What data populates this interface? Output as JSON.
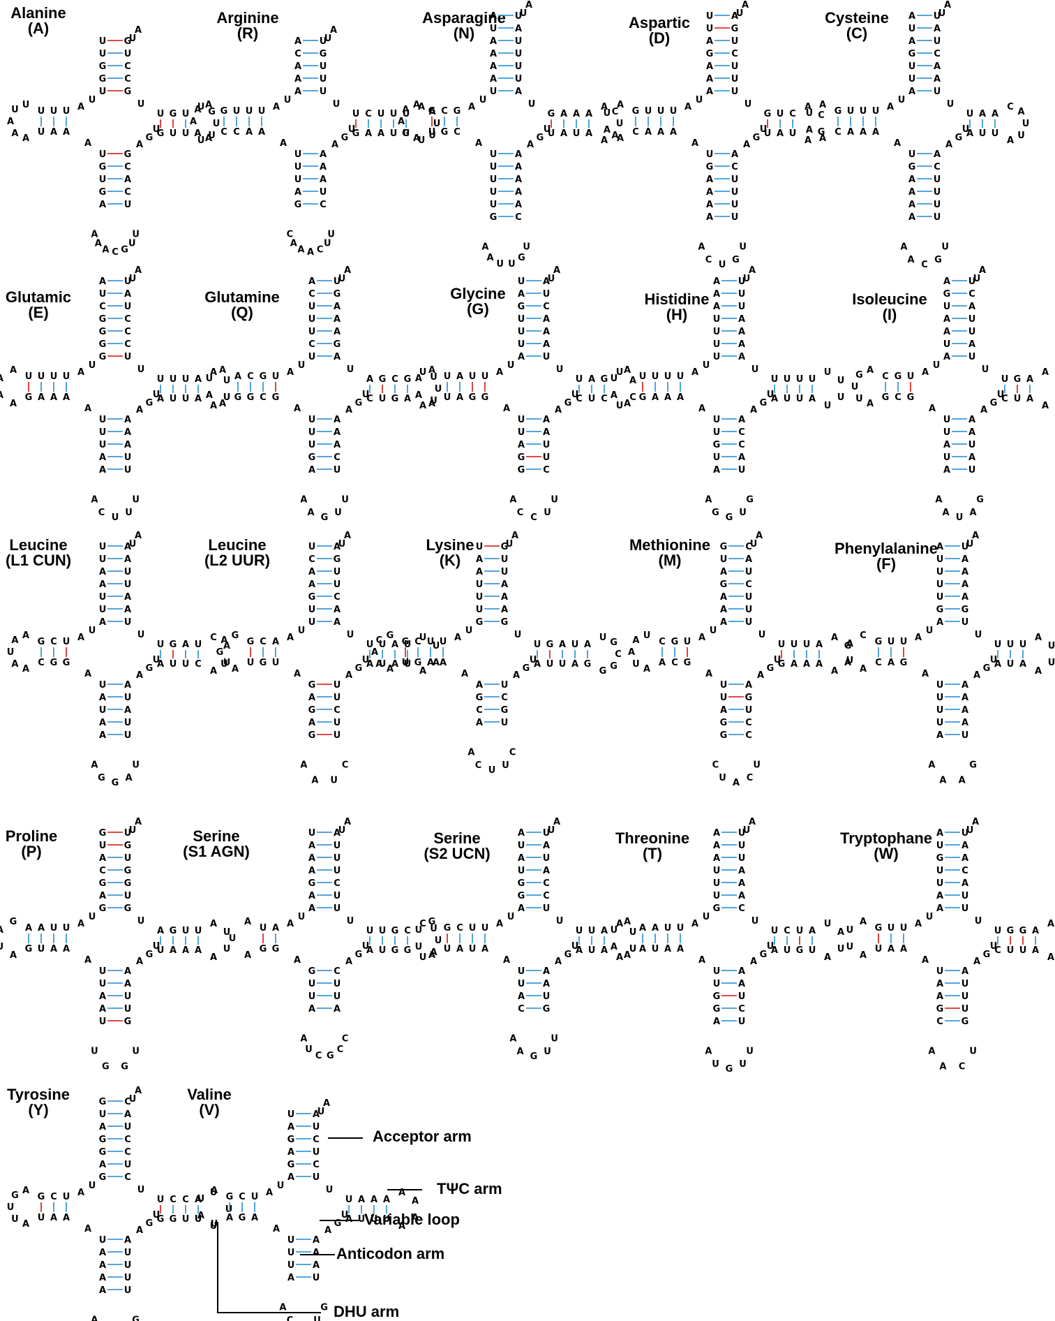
{
  "structures": [
    {
      "name": "Alanine",
      "code": "(A)",
      "acceptor": [
        "U-G",
        "G-C",
        "G-C",
        "U-U",
        "U-G"
      ],
      "dhu": [
        "U-A",
        "U-A",
        "U-U"
      ],
      "anticodon": [
        "U-G",
        "G-C",
        "U-A",
        "G-C",
        "A-U"
      ],
      "tpsic": [
        "U-G",
        "G-U",
        "U-U"
      ],
      "anticodon_loop": "UUGCAAA",
      "dhu_loop": "UUAAA",
      "tpsic_loop": "UGUUU"
    },
    {
      "name": "Arginine",
      "code": "(R)",
      "acceptor": [
        "A-U",
        "A-U",
        "A-U",
        "C-G",
        "A-U"
      ],
      "dhu": [
        "U-A",
        "U-A",
        "U-C",
        "G-C"
      ],
      "anticodon": [
        "U-A",
        "U-A",
        "U-A",
        "A-U",
        "G-C"
      ],
      "tpsic": [
        "U-G",
        "C-A",
        "U-A",
        "U-U",
        "U-U"
      ],
      "anticodon_loop": "UUCAAAC",
      "dhu_loop": "AAAAA",
      "tpsic_loop": "AAUUU"
    },
    {
      "name": "Asparagine",
      "code": "(N)",
      "acceptor": [
        "U-A",
        "A-U",
        "A-U",
        "A-U",
        "A-U",
        "U-A",
        "A-U"
      ],
      "dhu": [
        "G-C",
        "C-G",
        "G-U"
      ],
      "anticodon": [
        "U-A",
        "U-A",
        "U-A",
        "U-A",
        "U-A",
        "G-C"
      ],
      "tpsic": [
        "G-U",
        "A-A",
        "A-U",
        "A-A"
      ],
      "anticodon_loop": "UGUUAA",
      "dhu_loop": "AAAGA",
      "tpsic_loop": "ACUAA"
    },
    {
      "name": "Aspartic",
      "code": "(D)",
      "acceptor": [
        "A-U",
        "A-U",
        "A-U",
        "G-C",
        "A-U",
        "U-G",
        "U-A"
      ],
      "dhu": [
        "U-A",
        "U-A",
        "U-A",
        "G-C"
      ],
      "anticodon": [
        "U-A",
        "G-C",
        "A-U",
        "A-U",
        "A-U",
        "A-U"
      ],
      "tpsic": [
        "G-U",
        "U-A",
        "C-U"
      ],
      "anticodon_loop": "UGUCA",
      "dhu_loop": "AUAA",
      "tpsic_loop": "ACGA"
    },
    {
      "name": "Cysteine",
      "code": "(C)",
      "acceptor": [
        "A-U",
        "U-A",
        "U-A",
        "G-C",
        "A-U",
        "U-A",
        "A-U"
      ],
      "dhu": [
        "U-A",
        "U-A",
        "U-A",
        "G-C"
      ],
      "anticodon": [
        "U-A",
        "G-C",
        "A-U",
        "A-U",
        "A-U",
        "A-U"
      ],
      "tpsic": [
        "U-A",
        "A-U",
        "A-U"
      ],
      "anticodon_loop": "UGCAA",
      "dhu_loop": "AUAA",
      "tpsic_loop": "CAUUA"
    },
    {
      "name": "Glutamic",
      "code": "(E)",
      "acceptor": [
        "G-U",
        "G-C",
        "G-C",
        "G-C",
        "C-U",
        "U-A",
        "A-U"
      ],
      "dhu": [
        "U-A",
        "U-A",
        "U-A",
        "U-G"
      ],
      "anticodon": [
        "U-A",
        "U-A",
        "U-A",
        "A-U",
        "A-U"
      ],
      "tpsic": [
        "U-A",
        "U-U",
        "U-U",
        "A-A"
      ],
      "anticodon_loop": "UUUCA",
      "dhu_loop": "AAAA",
      "tpsic_loop": "AUUA"
    },
    {
      "name": "Glutamine",
      "code": "(Q)",
      "acceptor": [
        "U-A",
        "C-G",
        "U-A",
        "U-A",
        "U-A",
        "C-G",
        "A-U"
      ],
      "dhu": [
        "U-G",
        "G-C",
        "C-G",
        "A-G"
      ],
      "anticodon": [
        "U-A",
        "U-A",
        "U-A",
        "G-C",
        "A-U"
      ],
      "tpsic": [
        "A-C",
        "G-U",
        "C-G",
        "G-A"
      ],
      "anticodon_loop": "UUGAA",
      "dhu_loop": "AUAA",
      "tpsic_loop": "UUUUA"
    },
    {
      "name": "Glycine",
      "code": "(G)",
      "acceptor": [
        "A-U",
        "U-A",
        "U-A",
        "U-A",
        "G-C",
        "A-U",
        "U-A"
      ],
      "dhu": [
        "U-G",
        "U-G",
        "A-A",
        "U-U"
      ],
      "anticodon": [
        "U-A",
        "U-A",
        "A-U",
        "G-U",
        "G-C"
      ],
      "tpsic": [
        "U-C",
        "A-U",
        "G-C"
      ],
      "anticodon_loop": "UUCCA",
      "dhu_loop": "AAAA",
      "tpsic_loop": "UACU"
    },
    {
      "name": "Histidine",
      "code": "(H)",
      "acceptor": [
        "U-A",
        "U-A",
        "U-A",
        "U-A",
        "A-U",
        "A-U",
        "A-U"
      ],
      "dhu": [
        "U-A",
        "U-A",
        "U-A",
        "U-G"
      ],
      "anticodon": [
        "U-A",
        "U-C",
        "G-C",
        "U-A",
        "A-U"
      ],
      "tpsic": [
        "U-A",
        "U-U",
        "U-U",
        "U-A"
      ],
      "anticodon_loop": "GUGGA",
      "dhu_loop": "AUAA",
      "tpsic_loop": "UUUU"
    },
    {
      "name": "Isoleucine",
      "code": "(I)",
      "acceptor": [
        "A-U",
        "U-A",
        "A-U",
        "A-U",
        "U-A",
        "G-C",
        "A-U"
      ],
      "dhu": [
        "U-G",
        "G-C",
        "C-G"
      ],
      "anticodon": [
        "U-A",
        "U-A",
        "A-U",
        "U-A",
        "A-U"
      ],
      "tpsic": [
        "U-C",
        "G-U",
        "A-A"
      ],
      "anticodon_loop": "GAUAA",
      "dhu_loop": "AGUUA",
      "tpsic_loop": "AUUA"
    },
    {
      "name": "Leucine",
      "code": "(L1 CUN)",
      "acceptor": [
        "A-U",
        "U-A",
        "U-A",
        "A-U",
        "A-U",
        "U-A",
        "U-A"
      ],
      "dhu": [
        "U-G",
        "C-G",
        "G-C"
      ],
      "anticodon": [
        "U-A",
        "A-U",
        "U-A",
        "A-U",
        "A-U"
      ],
      "tpsic": [
        "U-A",
        "G-U",
        "A-U",
        "U-C"
      ],
      "anticodon_loop": "UAGGA",
      "dhu_loop": "AAUAA",
      "tpsic_loop": "CAUA"
    },
    {
      "name": "Leucine",
      "code": "(L2 UUR)",
      "acceptor": [
        "U-A",
        "U-A",
        "G-C",
        "A-U",
        "A-U",
        "C-G",
        "U-A"
      ],
      "dhu": [
        "A-U",
        "C-G",
        "G-U"
      ],
      "anticodon": [
        "G-U",
        "A-U",
        "G-C",
        "A-U",
        "G-U"
      ],
      "tpsic": [
        "U-A",
        "U-U",
        "A-A",
        "U-U"
      ],
      "anticodon_loop": "CUAA",
      "dhu_loop": "GAGUA",
      "tpsic_loop": "UUAA"
    },
    {
      "name": "Lysine",
      "code": "(K)",
      "acceptor": [
        "G-G",
        "U-A",
        "U-A",
        "U-A",
        "A-U",
        "A-U",
        "U-G"
      ],
      "dhu": [
        "U-A",
        "U-A",
        "C-G",
        "G-U"
      ],
      "anticodon": [
        "A-U",
        "G-C",
        "C-G",
        "A-U"
      ],
      "tpsic": [
        "U-A",
        "G-U",
        "A-U",
        "U-A",
        "A-G"
      ],
      "anticodon_loop": "CUUCA",
      "dhu_loop": "GCAAA",
      "tpsic_loop": "UGCGG"
    },
    {
      "name": "Methionine",
      "code": "(M)",
      "acceptor": [
        "A-U",
        "A-U",
        "A-U",
        "G-C",
        "A-U",
        "U-A",
        "G-C"
      ],
      "dhu": [
        "U-G",
        "G-C",
        "C-A"
      ],
      "anticodon": [
        "U-A",
        "U-G",
        "A-U",
        "G-C",
        "G-C"
      ],
      "tpsic": [
        "U-G",
        "U-A",
        "U-A",
        "A-A"
      ],
      "anticodon_loop": "UCAUC",
      "dhu_loop": "UAAUA",
      "tpsic_loop": "AGAA"
    },
    {
      "name": "Phenylalanine",
      "code": "(F)",
      "acceptor": [
        "A-U",
        "G-G",
        "U-A",
        "U-A",
        "U-A",
        "U-A",
        "A-U"
      ],
      "dhu": [
        "U-G",
        "U-A",
        "G-C"
      ],
      "anticodon": [
        "U-A",
        "U-A",
        "U-A",
        "U-A",
        "A-U"
      ],
      "tpsic": [
        "U-A",
        "U-U",
        "U-A"
      ],
      "anticodon_loop": "GAAA",
      "dhu_loop": "CAUA",
      "tpsic_loop": "AUUA"
    },
    {
      "name": "Proline",
      "code": "(P)",
      "acceptor": [
        "G-G",
        "A-U",
        "G-G",
        "C-G",
        "A-U",
        "U-G",
        "G-U"
      ],
      "dhu": [
        "U-A",
        "U-A",
        "A-U",
        "A-G"
      ],
      "anticodon": [
        "U-A",
        "U-A",
        "A-U",
        "A-U",
        "U-G"
      ],
      "tpsic": [
        "A-U",
        "G-A",
        "U-A",
        "U-A"
      ],
      "anticodon_loop": "UGGU",
      "dhu_loop": "GAUA",
      "tpsic_loop": "AUUA"
    },
    {
      "name": "Serine",
      "code": "(S1 AGN)",
      "acceptor": [
        "A-U",
        "A-U",
        "G-C",
        "A-U",
        "A-U",
        "A-U",
        "U-A"
      ],
      "dhu": [
        "A-G",
        "U-G"
      ],
      "anticodon": [
        "G-C",
        "U-U",
        "U-U",
        "A-A"
      ],
      "tpsic": [
        "U-A",
        "U-U",
        "G-G",
        "C-G"
      ],
      "anticodon_loop": "CCGCUA",
      "dhu_loop": "AUA",
      "tpsic_loop": "CUUAU"
    },
    {
      "name": "Serine",
      "code": "(S2 UCN)",
      "acceptor": [
        "A-U",
        "G-C",
        "G-C",
        "U-A",
        "A-U",
        "U-A",
        "A-U"
      ],
      "dhu": [
        "U-A",
        "U-U",
        "C-A",
        "G-U"
      ],
      "anticodon": [
        "U-A",
        "U-A",
        "A-U",
        "C-G"
      ],
      "tpsic": [
        "U-A",
        "U-U",
        "A-A"
      ],
      "anticodon_loop": "UUGAA",
      "dhu_loop": "GUUA",
      "tpsic_loop": "AUUA"
    },
    {
      "name": "Threonine",
      "code": "(T)",
      "acceptor": [
        "G-C",
        "U-A",
        "U-A",
        "U-A",
        "A-U",
        "A-U",
        "A-U"
      ],
      "dhu": [
        "U-A",
        "U-A",
        "A-U",
        "A-A"
      ],
      "anticodon": [
        "U-A",
        "U-A",
        "G-U",
        "G-C",
        "A-U"
      ],
      "tpsic": [
        "U-A",
        "C-U",
        "U-G",
        "A-U"
      ],
      "anticodon_loop": "UUGUA",
      "dhu_loop": "AUAA",
      "tpsic_loop": "UAUA"
    },
    {
      "name": "Tryptophane",
      "code": "(W)",
      "acceptor": [
        "A-U",
        "A-U",
        "U-A",
        "U-C",
        "G-A",
        "U-A",
        "A-U"
      ],
      "dhu": [
        "U-A",
        "U-A",
        "G-U"
      ],
      "anticodon": [
        "U-A",
        "A-U",
        "A-U",
        "G-U",
        "C-G"
      ],
      "tpsic": [
        "U-C",
        "G-U",
        "G-U",
        "A-A"
      ],
      "anticodon_loop": "UCAA",
      "dhu_loop": "AUUA",
      "tpsic_loop": "AUAA"
    },
    {
      "name": "Tyrosine",
      "code": "(Y)",
      "acceptor": [
        "G-C",
        "A-U",
        "G-C",
        "G-C",
        "A-U",
        "U-A",
        "G-C"
      ],
      "dhu": [
        "U-A",
        "C-A",
        "G-U"
      ],
      "anticodon": [
        "U-A",
        "A-U",
        "A-U",
        "A-U",
        "A-U"
      ],
      "tpsic": [
        "U-G",
        "C-G",
        "C-U",
        "A-U"
      ],
      "anticodon_loop": "GUAA",
      "dhu_loop": "AGUUA",
      "tpsic_loop": "UUU"
    },
    {
      "name": "Valine",
      "code": "(V)",
      "acceptor": [
        "A-U",
        "G-C",
        "A-U",
        "G-C",
        "A-U",
        "U-A"
      ],
      "dhu": [
        "U-A",
        "C-G",
        "G-A"
      ],
      "anticodon": [
        "U-A",
        "U-A",
        "U-A",
        "A-U"
      ],
      "tpsic": [
        "U-A",
        "A-U",
        "A-U",
        "A-U"
      ],
      "anticodon_loop": "GUACA",
      "dhu_loop": "AUAU",
      "tpsic_loop": "AAAA"
    }
  ],
  "legend": {
    "acceptor_arm": "Acceptor arm",
    "tpsic_arm": "TΨC arm",
    "variable_loop": "Variable loop",
    "anticodon_arm": "Anticodon arm",
    "dhu_arm": "DHU arm"
  },
  "colors": {
    "watson_crick_bond": "#3a9ad9",
    "gu_wobble_bond": "#d9302c",
    "text": "#000000"
  }
}
